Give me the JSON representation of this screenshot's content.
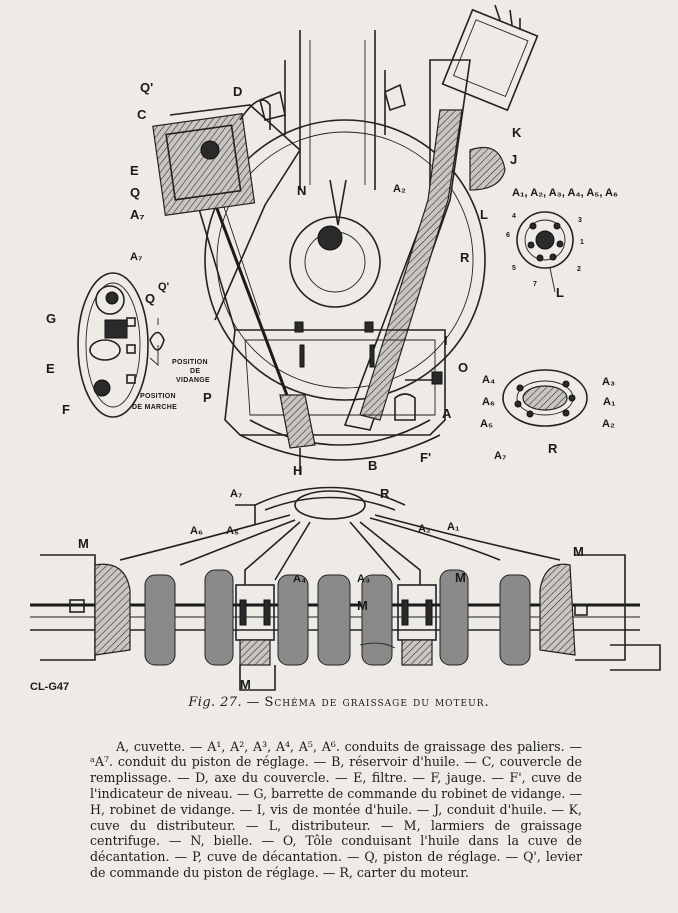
{
  "figure": {
    "ref_code": "CL-G47",
    "top_labels": {
      "q_prime": "Q'",
      "d": "D",
      "c": "C",
      "e": "E",
      "q": "Q",
      "a7": "A₇",
      "n": "N",
      "a2_top": "A₂",
      "k": "K",
      "j": "J",
      "l": "L",
      "r": "R",
      "i": "I",
      "o": "O",
      "a": "A",
      "f_prime": "F'",
      "b": "B",
      "h": "H",
      "p": "P",
      "a_series": "A₁, A₂, A₃, A₄, A₅, A₆"
    },
    "left_detail_labels": {
      "a7": "A₇",
      "q_prime": "Q'",
      "q": "Q",
      "g": "G",
      "e": "E",
      "f": "F",
      "position_vidange": [
        "POSITION",
        "DE",
        "VIDANGE"
      ],
      "position_marche": [
        "POSITION",
        "DE MARCHE"
      ]
    },
    "distributor_numbers": [
      "4",
      "3",
      "6",
      "1",
      "5",
      "2",
      "7"
    ],
    "distributor_l": "L",
    "ring_detail_labels": {
      "a4": "A₄",
      "a3": "A₃",
      "a6": "A₆",
      "a1": "A₁",
      "a5": "A₅",
      "a2": "A₂",
      "a7": "A₇",
      "r": "R"
    },
    "crank_labels": {
      "a7": "A₇",
      "r": "R",
      "a6": "A₆",
      "a5": "A₅",
      "a2": "A₂",
      "a1": "A₁",
      "m_left": "M",
      "m_right": "M",
      "a4": "A₄",
      "a3": "A₃",
      "m_center_right": "M",
      "m_center": "M",
      "m_bottom": "M"
    }
  },
  "caption": {
    "fig_ref": "Fig. 27.",
    "dash": " — ",
    "title": "Schéma de graissage du moteur."
  },
  "legend": {
    "text": "A, cuvette. — A¹, A², A³, A⁴, A⁵, A⁶. conduits de graissage des paliers. — ᵃA⁷. conduit du piston de réglage. — B, réservoir d'huile. — C, couvercle de remplissage. — D, axe du couvercle. — E, filtre. — F, jauge. — F', cuve de l'indicateur de niveau. — G, barrette de commande du robinet de vidange. — H, robinet de vidange. — I, vis de montée d'huile. — J, conduit d'huile. — K, cuve du distributeur. — L, distributeur. — M, larmiers de graissage centrifuge. — N, bielle. — O, Tôle conduisant l'huile dans la cuve de décantation. — P, cuve de décantation. — Q, piston de réglage. — Q', levier de commande du piston de réglage. — R, carter du moteur."
  }
}
